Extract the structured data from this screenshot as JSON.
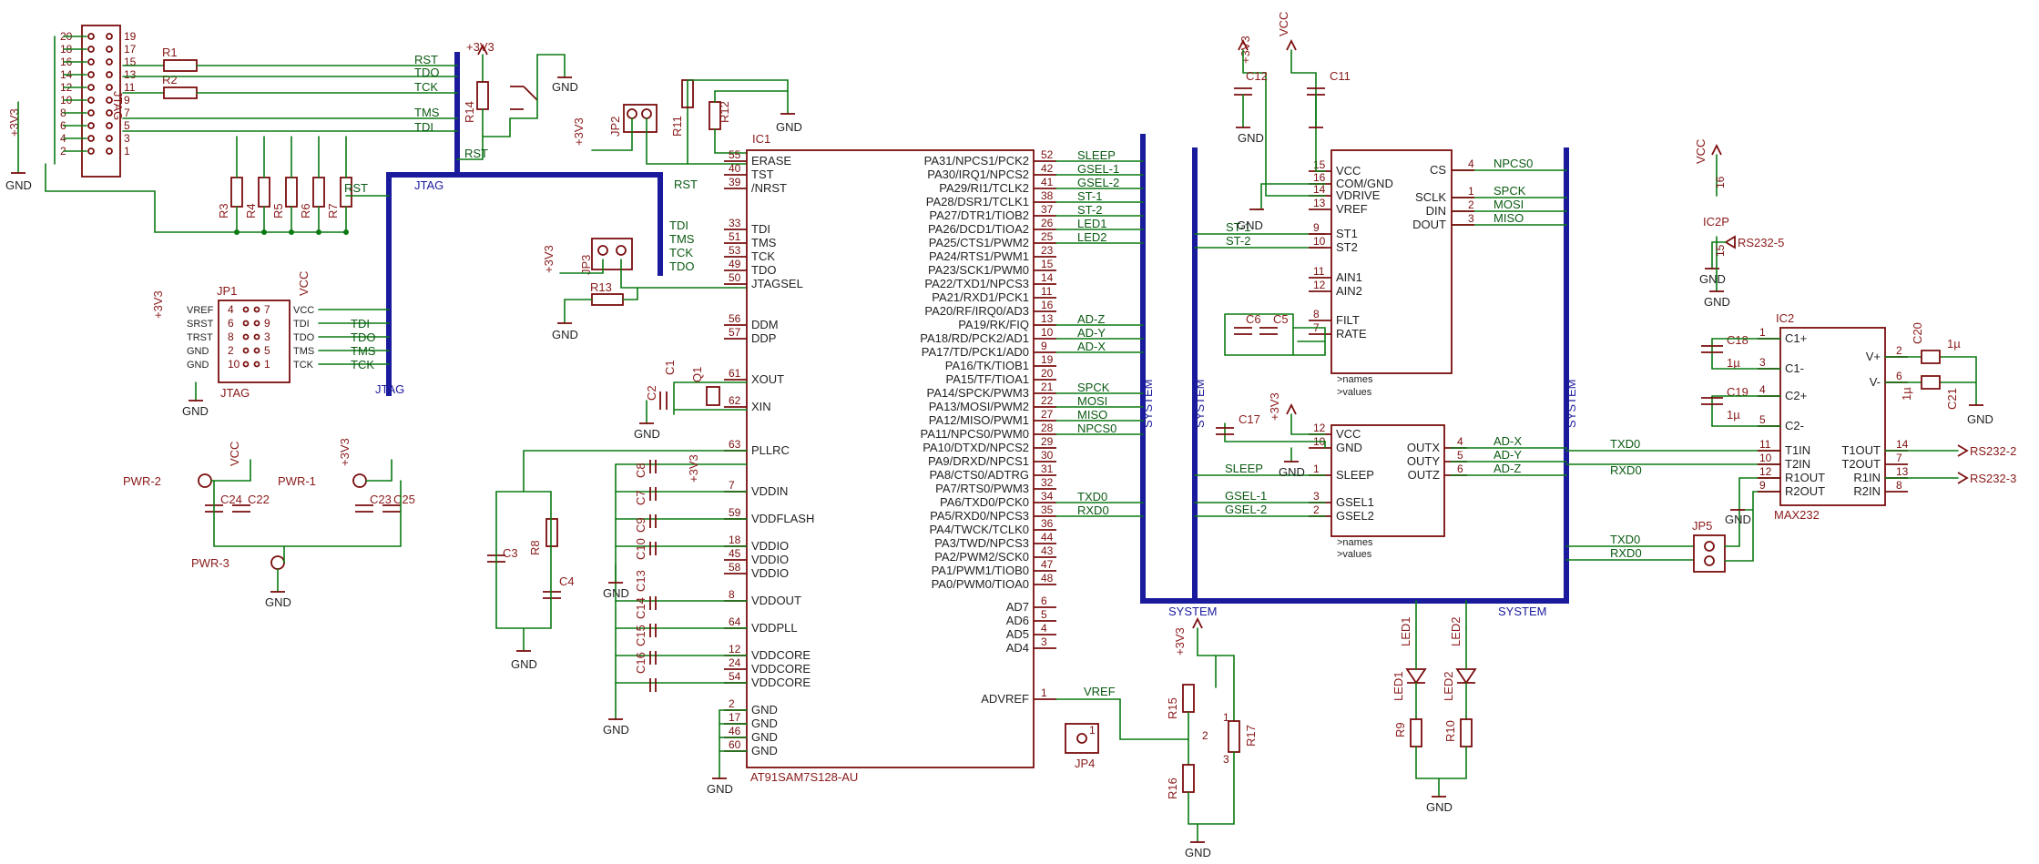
{
  "ic1": {
    "ref": "IC1",
    "value": "AT91SAM7S128-AU",
    "left_pins": [
      {
        "num": "55",
        "name": "ERASE"
      },
      {
        "num": "40",
        "name": "TST"
      },
      {
        "num": "39",
        "name": "/NRST"
      },
      {
        "num": "33",
        "name": "TDI"
      },
      {
        "num": "51",
        "name": "TMS"
      },
      {
        "num": "53",
        "name": "TCK"
      },
      {
        "num": "49",
        "name": "TDO"
      },
      {
        "num": "50",
        "name": "JTAGSEL"
      },
      {
        "num": "56",
        "name": "DDM"
      },
      {
        "num": "57",
        "name": "DDP"
      },
      {
        "num": "61",
        "name": "XOUT"
      },
      {
        "num": "62",
        "name": "XIN"
      },
      {
        "num": "63",
        "name": "PLLRC"
      },
      {
        "num": "7",
        "name": "VDDIN"
      },
      {
        "num": "59",
        "name": "VDDFLASH"
      },
      {
        "num": "18",
        "name": "VDDIO"
      },
      {
        "num": "45",
        "name": "VDDIO"
      },
      {
        "num": "58",
        "name": "VDDIO"
      },
      {
        "num": "8",
        "name": "VDDOUT"
      },
      {
        "num": "64",
        "name": "VDDPLL"
      },
      {
        "num": "12",
        "name": "VDDCORE"
      },
      {
        "num": "24",
        "name": "VDDCORE"
      },
      {
        "num": "54",
        "name": "VDDCORE"
      },
      {
        "num": "2",
        "name": "GND"
      },
      {
        "num": "17",
        "name": "GND"
      },
      {
        "num": "46",
        "name": "GND"
      },
      {
        "num": "60",
        "name": "GND"
      }
    ],
    "right_pins": [
      {
        "num": "52",
        "name": "PA31/NPCS1/PCK2",
        "net": "SLEEP"
      },
      {
        "num": "42",
        "name": "PA30/IRQ1/NPCS2",
        "net": "GSEL-1"
      },
      {
        "num": "41",
        "name": "PA29/RI1/TCLK2",
        "net": "GSEL-2"
      },
      {
        "num": "38",
        "name": "PA28/DSR1/TCLK1",
        "net": "ST-1"
      },
      {
        "num": "37",
        "name": "PA27/DTR1/TIOB2",
        "net": "ST-2"
      },
      {
        "num": "26",
        "name": "PA26/DCD1/TIOA2",
        "net": "LED1"
      },
      {
        "num": "25",
        "name": "PA25/CTS1/PWM2",
        "net": "LED2"
      },
      {
        "num": "23",
        "name": "PA24/RTS1/PWM1",
        "net": ""
      },
      {
        "num": "15",
        "name": "PA23/SCK1/PWM0",
        "net": ""
      },
      {
        "num": "14",
        "name": "PA22/TXD1/NPCS3",
        "net": ""
      },
      {
        "num": "11",
        "name": "PA21/RXD1/PCK1",
        "net": ""
      },
      {
        "num": "16",
        "name": "PA20/RF/IRQ0/AD3",
        "net": ""
      },
      {
        "num": "13",
        "name": "PA19/RK/FIQ",
        "net": "AD-Z"
      },
      {
        "num": "10",
        "name": "PA18/RD/PCK2/AD1",
        "net": "AD-Y"
      },
      {
        "num": "9",
        "name": "PA17/TD/PCK1/AD0",
        "net": "AD-X"
      },
      {
        "num": "19",
        "name": "PA16/TK/TIOB1",
        "net": ""
      },
      {
        "num": "20",
        "name": "PA15/TF/TIOA1",
        "net": ""
      },
      {
        "num": "21",
        "name": "PA14/SPCK/PWM3",
        "net": "SPCK"
      },
      {
        "num": "22",
        "name": "PA13/MOSI/PWM2",
        "net": "MOSI"
      },
      {
        "num": "27",
        "name": "PA12/MISO/PWM1",
        "net": "MISO"
      },
      {
        "num": "28",
        "name": "PA11/NPCS0/PWM0",
        "net": "NPCS0"
      },
      {
        "num": "29",
        "name": "PA10/DTXD/NPCS2",
        "net": ""
      },
      {
        "num": "30",
        "name": "PA9/DRXD/NPCS1",
        "net": ""
      },
      {
        "num": "31",
        "name": "PA8/CTS0/ADTRG",
        "net": ""
      },
      {
        "num": "32",
        "name": "PA7/RTS0/PWM3",
        "net": ""
      },
      {
        "num": "34",
        "name": "PA6/TXD0/PCK0",
        "net": "TXD0"
      },
      {
        "num": "35",
        "name": "PA5/RXD0/NPCS3",
        "net": "RXD0"
      },
      {
        "num": "36",
        "name": "PA4/TWCK/TCLK0",
        "net": ""
      },
      {
        "num": "44",
        "name": "PA3/TWD/NPCS3",
        "net": ""
      },
      {
        "num": "43",
        "name": "PA2/PWM2/SCK0",
        "net": ""
      },
      {
        "num": "47",
        "name": "PA1/PWM1/TIOB0",
        "net": ""
      },
      {
        "num": "48",
        "name": "PA0/PWM0/TIOA0",
        "net": ""
      },
      {
        "num": "6",
        "name": "AD7",
        "net": ""
      },
      {
        "num": "5",
        "name": "AD6",
        "net": ""
      },
      {
        "num": "4",
        "name": "AD5",
        "net": ""
      },
      {
        "num": "3",
        "name": "AD4",
        "net": ""
      },
      {
        "num": "1",
        "name": "ADVREF",
        "net": "VREF"
      }
    ]
  },
  "spi_sensor": {
    "left_pins": [
      {
        "num": "15",
        "name": "VCC"
      },
      {
        "num": "16",
        "name": "COM/GND"
      },
      {
        "num": "14",
        "name": "VDRIVE"
      },
      {
        "num": "13",
        "name": "VREF"
      },
      {
        "num": "9",
        "name": "ST1"
      },
      {
        "num": "10",
        "name": "ST2"
      },
      {
        "num": "11",
        "name": "AIN1"
      },
      {
        "num": "12",
        "name": "AIN2"
      },
      {
        "num": "8",
        "name": "FILT"
      },
      {
        "num": "7",
        "name": "RATE"
      }
    ],
    "right_pins": [
      {
        "num": "4",
        "name": "CS",
        "net": "NPCS0"
      },
      {
        "num": "1",
        "name": "SCLK",
        "net": "SPCK"
      },
      {
        "num": "2",
        "name": "DIN",
        "net": "MOSI"
      },
      {
        "num": "3",
        "name": "DOUT",
        "net": "MISO"
      }
    ],
    "left_nets": [
      "ST-1",
      "ST-2"
    ],
    "label": ">names\n>values"
  },
  "accel": {
    "left_pins": [
      {
        "num": "12",
        "name": "VCC"
      },
      {
        "num": "10",
        "name": "GND"
      },
      {
        "num": "1",
        "name": "SLEEP"
      },
      {
        "num": "3",
        "name": "GSEL1"
      },
      {
        "num": "2",
        "name": "GSEL2"
      }
    ],
    "right_pins": [
      {
        "num": "4",
        "name": "OUTX",
        "net": "AD-X"
      },
      {
        "num": "5",
        "name": "OUTY",
        "net": "AD-Y"
      },
      {
        "num": "6",
        "name": "OUTZ",
        "net": "AD-Z"
      }
    ],
    "left_nets": [
      "SLEEP",
      "GSEL-1",
      "GSEL-2"
    ],
    "label": ">names\n>values"
  },
  "max232": {
    "ref": "IC2",
    "value": "MAX232",
    "left_pins": [
      {
        "num": "1",
        "name": "C1+"
      },
      {
        "num": "3",
        "name": "C1-"
      },
      {
        "num": "4",
        "name": "C2+"
      },
      {
        "num": "5",
        "name": "C2-"
      },
      {
        "num": "11",
        "name": "T1IN"
      },
      {
        "num": "10",
        "name": "T2IN"
      },
      {
        "num": "12",
        "name": "R1OUT"
      },
      {
        "num": "9",
        "name": "R2OUT"
      }
    ],
    "right_pins": [
      {
        "num": "2",
        "name": "V+"
      },
      {
        "num": "6",
        "name": "V-"
      },
      {
        "num": "14",
        "name": "T1OUT"
      },
      {
        "num": "7",
        "name": "T2OUT"
      },
      {
        "num": "13",
        "name": "R1IN"
      },
      {
        "num": "8",
        "name": "R2IN"
      }
    ],
    "ic2p": "IC2P",
    "ic2p_pins": [
      "16",
      "15"
    ],
    "ic2p_vcc": "VCC",
    "ic2p_gnd": "GND"
  },
  "jtag_header": {
    "ref": "JP1",
    "name": "JTAG",
    "left_pins": [
      {
        "num": "4",
        "name": "VREF"
      },
      {
        "num": "6",
        "name": "SRST"
      },
      {
        "num": "8",
        "name": "TRST"
      },
      {
        "num": "2",
        "name": "GND"
      },
      {
        "num": "10",
        "name": "GND"
      }
    ],
    "right_pins": [
      {
        "num": "7",
        "name": "VCC"
      },
      {
        "num": "9",
        "name": "TDI"
      },
      {
        "num": "3",
        "name": "TDO"
      },
      {
        "num": "5",
        "name": "TMS"
      },
      {
        "num": "1",
        "name": "TCK"
      }
    ],
    "nets": [
      "TDI",
      "TDO",
      "TMS",
      "TCK"
    ],
    "vref_supply": "+3V3",
    "vcc_supply": "VCC",
    "gnd": "GND"
  },
  "conn20": {
    "ref": "JTAG",
    "pin_nums_left": [
      "20",
      "18",
      "16",
      "14",
      "12",
      "10",
      "8",
      "6",
      "4",
      "2"
    ],
    "pin_nums_right": [
      "19",
      "17",
      "15",
      "13",
      "11",
      "9",
      "7",
      "5",
      "3",
      "1"
    ],
    "supply": "+3V3",
    "gnd": "GND"
  },
  "jtag_bus_nets": [
    "RST",
    "TDO",
    "TCK",
    "TMS",
    "TDI",
    "RST",
    "RST"
  ],
  "bus_labels": {
    "jtag1": "JTAG",
    "jtag2": "JTAG",
    "system1": "SYSTEM",
    "system2": "SYSTEM",
    "system3": "SYSTEM",
    "system4": "SYSTEM"
  },
  "bus_nets_ic1": [
    "TDI",
    "TMS",
    "TCK",
    "TDO"
  ],
  "right_bus_nets": [
    "TXD0",
    "RXD0",
    "TXD0",
    "RXD0"
  ],
  "resistors": [
    "R1",
    "R2",
    "R3",
    "R4",
    "R5",
    "R6",
    "R7",
    "R8",
    "R9",
    "R10",
    "R11",
    "R12",
    "R13",
    "R14",
    "R15",
    "R16",
    "R17"
  ],
  "capacitors": [
    "C1",
    "C2",
    "C3",
    "C4",
    "C5",
    "C6",
    "C7",
    "C8",
    "C9",
    "C10",
    "C11",
    "C12",
    "C13",
    "C14",
    "C15",
    "C16",
    "C17",
    "C18",
    "C19",
    "C20",
    "C21",
    "C22",
    "C23",
    "C24",
    "C25"
  ],
  "cap_values": [
    "1µ",
    "1µ",
    "1µ",
    "1µ"
  ],
  "crystal": "Q1",
  "jumpers": [
    "JP2",
    "JP3",
    "JP4",
    "JP5"
  ],
  "leds": [
    "LED1",
    "LED2"
  ],
  "supplies": {
    "v3": "+3V3",
    "vcc": "VCC",
    "gnd": "GND"
  },
  "power_pins": [
    "PWR-2",
    "PWR-1",
    "PWR-3"
  ],
  "rs232": [
    "RS232-5",
    "RS232-2",
    "RS232-3"
  ],
  "vref_net": "VREF",
  "sleep": "SLEEP",
  "gsel1": "GSEL-1",
  "gsel2": "GSEL-2",
  "adx": "AD-X",
  "ady": "AD-Y",
  "adz": "AD-Z",
  "npcs0": "NPCS0",
  "spck": "SPCK",
  "mosi": "MOSI",
  "miso": "MISO",
  "txd0": "TXD0",
  "rxd0": "RXD0",
  "led1": "LED1",
  "led2": "LED2",
  "st1": "ST-1",
  "st2": "ST-2",
  "r17_pins": [
    "1",
    "2",
    "3"
  ],
  "jp4_pin": "1"
}
